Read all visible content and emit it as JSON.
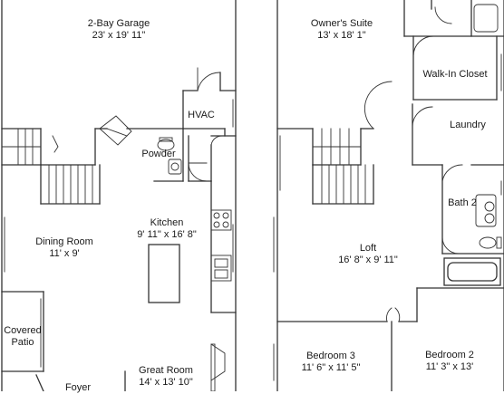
{
  "rooms": {
    "garage": {
      "name": "2-Bay Garage",
      "dim": "23' x 19' 11\""
    },
    "owners_suite": {
      "name": "Owner's Suite",
      "dim": "13' x 18' 1\""
    },
    "walk_in_closet": {
      "name": "Walk-In Closet"
    },
    "hvac": {
      "name": "HVAC"
    },
    "laundry": {
      "name": "Laundry"
    },
    "powder": {
      "name": "Powder"
    },
    "kitchen": {
      "name": "Kitchen",
      "dim": "9' 11\" x 16' 8\""
    },
    "bath2": {
      "name": "Bath 2"
    },
    "dining_room": {
      "name": "Dining Room",
      "dim": "11' x 9'"
    },
    "loft": {
      "name": "Loft",
      "dim": "16' 8\" x 9' 11\""
    },
    "covered_patio": {
      "name": "Covered",
      "name2": "Patio"
    },
    "bedroom3": {
      "name": "Bedroom 3",
      "dim": "11' 6\" x 11' 5\""
    },
    "bedroom2": {
      "name": "Bedroom 2",
      "dim": "11' 3\" x 13'"
    },
    "great_room": {
      "name": "Great Room",
      "dim": "14' x 13' 10\""
    },
    "foyer": {
      "name": "Foyer"
    }
  }
}
